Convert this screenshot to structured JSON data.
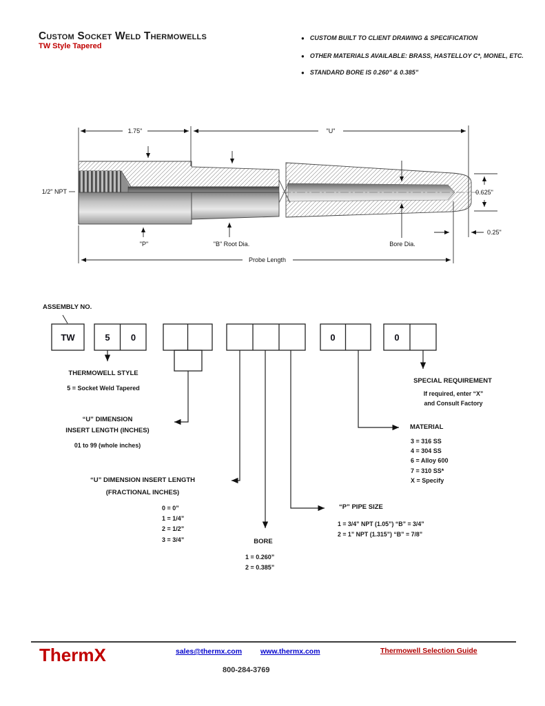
{
  "header": {
    "title": "Custom Socket Weld Thermowells",
    "subtitle": "TW Style Tapered",
    "bullets": [
      "CUSTOM BUILT TO CLIENT DRAWING & SPECIFICATION",
      "OTHER MATERIALS AVAILABLE: BRASS, HASTELLOY C*, MONEL, ETC.",
      "STANDARD BORE IS 0.260” & 0.385”"
    ]
  },
  "diagram": {
    "dim_175": "1.75\"",
    "dim_u": "\"U\"",
    "npt_label": "1/2\" NPT",
    "p_label": "\"P\"",
    "b_root_label": "\"B\" Root Dia.",
    "bore_label": "Bore Dia.",
    "dim_0625": "0.625\"",
    "dim_025": "0.25\"",
    "probe_label": "Probe Length"
  },
  "ordering": {
    "assembly_label": "ASSEMBLY NO.",
    "boxes": {
      "prefix": "TW",
      "style_digit1": "5",
      "style_digit2": "0",
      "material_digit": "0",
      "special_digit": "0"
    },
    "style": {
      "title": "THERMOWELL STYLE",
      "option": "5 = Socket Weld Tapered"
    },
    "u_whole": {
      "title_line1": "“U” DIMENSION",
      "title_line2": "INSERT LENGTH (INCHES)",
      "note": "01 to 99 (whole inches)"
    },
    "u_frac": {
      "title_line1": "“U” DIMENSION INSERT LENGTH",
      "title_line2": "(FRACTIONAL INCHES)",
      "options": [
        "0 = 0”",
        "1 = 1/4”",
        "2 = 1/2”",
        "3 = 3/4”"
      ]
    },
    "bore": {
      "title": "BORE",
      "options": [
        "1 = 0.260”",
        "2 = 0.385”"
      ]
    },
    "pipe": {
      "title": "“P” PIPE SIZE",
      "options": [
        "1 = 3/4” NPT (1.05”)  “B” =  3/4”",
        "2 = 1” NPT (1.315”)   “B” =  7/8”"
      ]
    },
    "material": {
      "title": "MATERIAL",
      "options": [
        "3 = 316 SS",
        "4 = 304 SS",
        "6 = Alloy 600",
        "7 = 310 SS*",
        "X = Specify"
      ]
    },
    "special": {
      "title": "SPECIAL REQUIREMENT",
      "note_line1": "If required, enter “X”",
      "note_line2": "and Consult Factory"
    }
  },
  "footer": {
    "logo": "ThermX",
    "email": "sales@thermx.com",
    "website": "www.thermx.com",
    "phone": "800-284-3769",
    "guide": "Thermowell Selection Guide"
  },
  "colors": {
    "accent_red": "#C00000",
    "link_blue": "#0000CC"
  }
}
